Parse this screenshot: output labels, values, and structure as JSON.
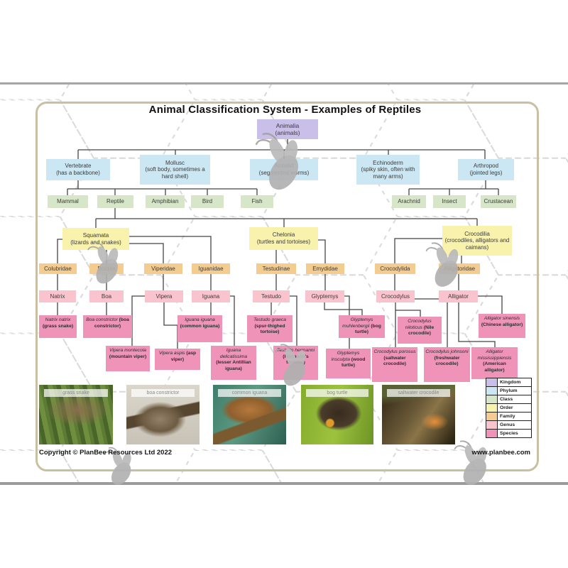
{
  "title": "Animal Classification System - Examples of Reptiles",
  "footer": {
    "copyright": "Copyright © PlanBee Resources Ltd 2022",
    "website": "www.planbee.com"
  },
  "legend": [
    {
      "label": "Kingdom",
      "color": "#c9bfe9"
    },
    {
      "label": "Phylum",
      "color": "#cbe7f3"
    },
    {
      "label": "Class",
      "color": "#d7e5c8"
    },
    {
      "label": "Order",
      "color": "#f8f2ad"
    },
    {
      "label": "Family",
      "color": "#f5cc90"
    },
    {
      "label": "Genus",
      "color": "#f9c4cd"
    },
    {
      "label": "Species",
      "color": "#ef93b9"
    }
  ],
  "kingdom": {
    "name": "Animalia",
    "desc": "(animals)"
  },
  "phyla": [
    {
      "name": "Vertebrate",
      "desc": "(has a backbone)"
    },
    {
      "name": "Mollusc",
      "desc": "(soft body, sometimes a hard shell)"
    },
    {
      "name": "Annelid",
      "desc": "(segmented worms)"
    },
    {
      "name": "Echinoderm",
      "desc": "(spiky skin, often with many arms)"
    },
    {
      "name": "Arthropod",
      "desc": "(jointed legs)"
    }
  ],
  "classes": [
    "Mammal",
    "Reptile",
    "Amphibian",
    "Bird",
    "Fish",
    "Arachnid",
    "Insect",
    "Crustacean"
  ],
  "orders": [
    {
      "name": "Squamata",
      "desc": "(lizards and snakes)"
    },
    {
      "name": "Chelonia",
      "desc": "(turtles and tortoises)"
    },
    {
      "name": "Crocodilia",
      "desc": "(crocodiles, alligators and caimans)"
    }
  ],
  "families": [
    "Colubridae",
    "Boidae",
    "Viperidae",
    "Iguanidae",
    "Testudinae",
    "Emydidae",
    "Crocodylida",
    "Alligatoridae"
  ],
  "genera": [
    "Natrix",
    "Boa",
    "Vipera",
    "Iguana",
    "Testudo",
    "Glyptemys",
    "Crocodylus",
    "Alligator"
  ],
  "species": [
    {
      "latin": "Natrix natrix",
      "common": "(grass snake)"
    },
    {
      "latin": "Boa constrictor",
      "common": "(boa constrictor)"
    },
    {
      "latin": "Vipera montecola",
      "common": "(mountain viper)"
    },
    {
      "latin": "Vipera aspis",
      "common": "(asp viper)"
    },
    {
      "latin": "Iguana iguana",
      "common": "(common iguana)"
    },
    {
      "latin": "Iguana delicatissima",
      "common": "(lesser Antillian iguana)"
    },
    {
      "latin": "Testudo graeca",
      "common": "(spur-thighed tortoise)"
    },
    {
      "latin": "Testudo hermanni",
      "common": "(Hermann's tortoise)"
    },
    {
      "latin": "Glyptemys muhlenbergii",
      "common": "(bog turtle)"
    },
    {
      "latin": "Glyptemys insculpta",
      "common": "(wood turtle)"
    },
    {
      "latin": "Crocodylus niloticus",
      "common": "(Nile crocodile)"
    },
    {
      "latin": "Crocodylus porosus",
      "common": "(saltwater crocodile)"
    },
    {
      "latin": "Crocodylus johnsoni",
      "common": "(freshwater crocodile)"
    },
    {
      "latin": "Alligator sinensis",
      "common": "(Chinese alligator)"
    },
    {
      "latin": "Alligator mississippiensis",
      "common": "(American alligator)"
    }
  ],
  "photos": [
    "grass snake",
    "boa constrictor",
    "common iguana",
    "bog turtle",
    "saltwater crocodile"
  ]
}
